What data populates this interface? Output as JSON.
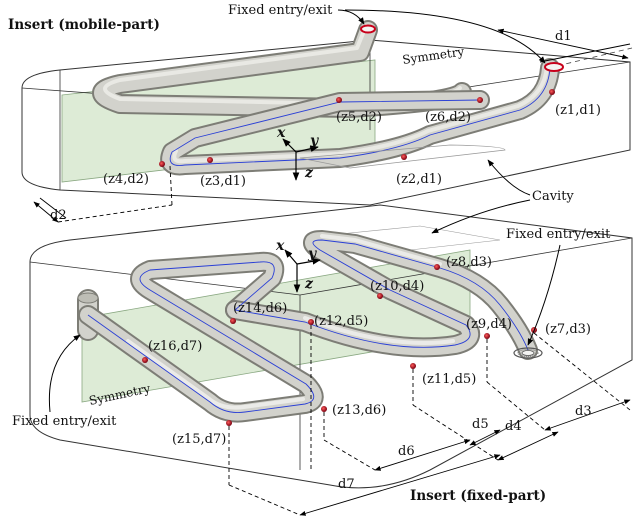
{
  "titles": {
    "top": "Insert (mobile-part)",
    "bottom": "Insert (fixed-part)"
  },
  "annotations": {
    "fixed_top": "Fixed entry/exit",
    "fixed_right": "Fixed entry/exit",
    "fixed_left": "Fixed entry/exit",
    "symmetry_top": "Symmetry",
    "symmetry_bottom": "Symmetry",
    "cavity": "Cavity"
  },
  "axes": {
    "top": {
      "x": "x",
      "y": "y",
      "z": "z"
    },
    "bottom": {
      "x": "x",
      "y": "y",
      "z": "z"
    }
  },
  "points": {
    "p1": "(z1,d1)",
    "p2": "(z2,d1)",
    "p3": "(z3,d1)",
    "p4": "(z4,d2)",
    "p5": "(z5,d2)",
    "p6": "(z6,d2)",
    "p7": "(z7,d3)",
    "p8": "(z8,d3)",
    "p9": "(z9,d4)",
    "p10": "(z10,d4)",
    "p11": "(z11,d5)",
    "p12": "(z12,d5)",
    "p13": "(z13,d6)",
    "p14": "(z14,d6)",
    "p15": "(z15,d7)",
    "p16": "(z16,d7)"
  },
  "dims": {
    "d1": "d1",
    "d2": "d2",
    "d3": "d3",
    "d4": "d4",
    "d5": "d5",
    "d6": "d6",
    "d7": "d7"
  },
  "colors": {
    "pipe": "#d2d2cc",
    "pipe_edge": "#7d7d76",
    "symmetry_plane": "#cfe2c4",
    "centerline": "#2a3fd6",
    "marker": "#c8001a"
  }
}
